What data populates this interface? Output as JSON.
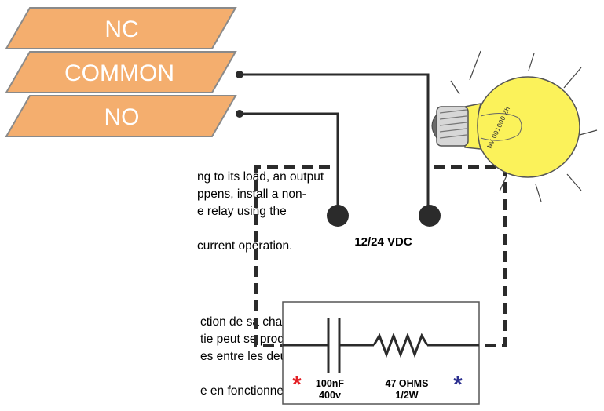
{
  "terminals": [
    {
      "label": "NC"
    },
    {
      "label": "COMMON"
    },
    {
      "label": "NO"
    }
  ],
  "text_en": [
    "ng to its load, an output",
    "ppens, install a non-",
    "e relay using the",
    "",
    "current operation."
  ],
  "text_fr": [
    "ction de sa charge, une",
    "tie peut se produire. Si",
    "es entre les deux",
    "",
    "e en fonctionnement en"
  ],
  "supply_label": "12/24 VDC",
  "bulb_text": "NV 001000 Zh",
  "snubber": {
    "capacitor": {
      "value": "100nF",
      "rating": "400v",
      "marker": "*",
      "marker_color": "#e31e24"
    },
    "resistor": {
      "value": "47 OHMS",
      "rating": "1/2W",
      "marker": "*",
      "marker_color": "#2b2f8f"
    }
  },
  "colors": {
    "tag_fill": "#f4ae6e",
    "tag_stroke": "#8a8a8a",
    "bulb_yellow": "#fbf25a",
    "wire": "#2b2b2b"
  }
}
